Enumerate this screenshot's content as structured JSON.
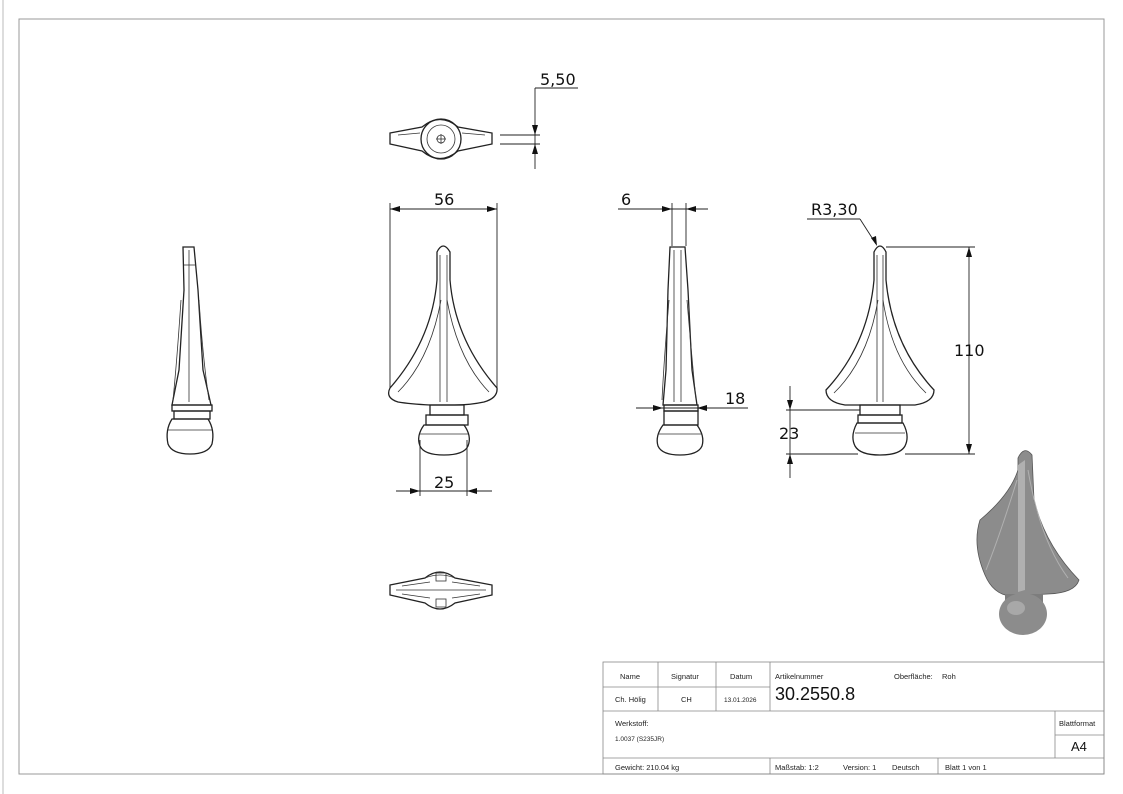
{
  "dimensions": {
    "d1": "5,50",
    "d2": "56",
    "d3": "6",
    "d4": "R3,30",
    "d5": "110",
    "d6": "18",
    "d7": "23",
    "d8": "25"
  },
  "title_block": {
    "name_label": "Name",
    "signatur_label": "Signatur",
    "datum_label": "Datum",
    "name_value": "Ch. Hölig",
    "signatur_value": "CH",
    "datum_value": "13.01.2026",
    "artikel_label": "Artikelnummer",
    "artikel_value": "30.2550.8",
    "oberflaeche_label": "Oberfläche:",
    "oberflaeche_value": "Roh",
    "werkstoff_label": "Werkstoff:",
    "werkstoff_value": "1.0037 (S235JR)",
    "blattformat_label": "Blattformat",
    "blattformat_value": "A4",
    "gewicht": "Gewicht: 210.04 kg",
    "massstab": "Maßstab: 1:2",
    "version": "Version: 1",
    "sprache": "Deutsch",
    "blatt": "Blatt 1 von 1"
  },
  "colors": {
    "render_fill": "#8c8c8c",
    "render_dark": "#6e6e6e",
    "render_light": "#b0b0b0"
  }
}
